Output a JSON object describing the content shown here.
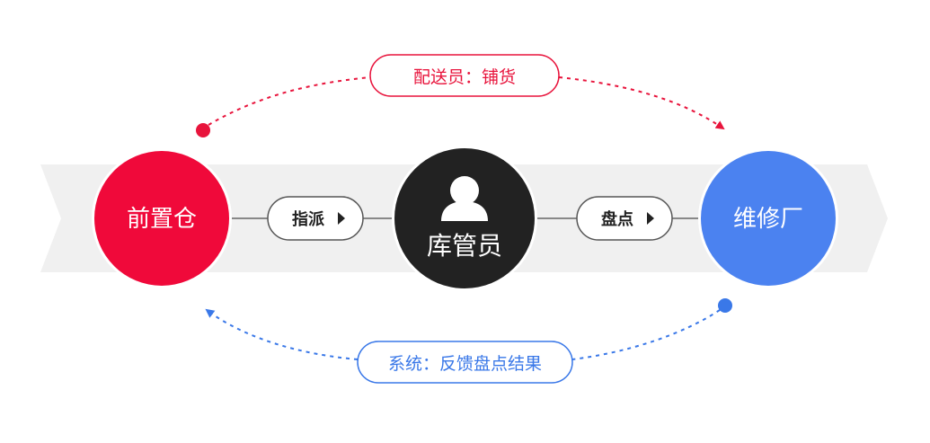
{
  "nodes": {
    "warehouse": {
      "label": "前置仓",
      "color": "#f0093a"
    },
    "keeper": {
      "label": "库管员",
      "color": "#222222"
    },
    "factory": {
      "label": "维修厂",
      "color": "#4b82f0"
    }
  },
  "edges": {
    "assign": {
      "label": "指派"
    },
    "inventory": {
      "label": "盘点"
    }
  },
  "flows": {
    "delivery": {
      "label": "配送员：铺货",
      "color": "#e8143c"
    },
    "system": {
      "label": "系统：反馈盘点结果",
      "color": "#3a78e8"
    }
  },
  "icons": {
    "person": "person-icon",
    "play": "play-icon"
  },
  "colors": {
    "band": "#f0f0f0",
    "pill_border": "#555555",
    "connector": "#666666"
  }
}
